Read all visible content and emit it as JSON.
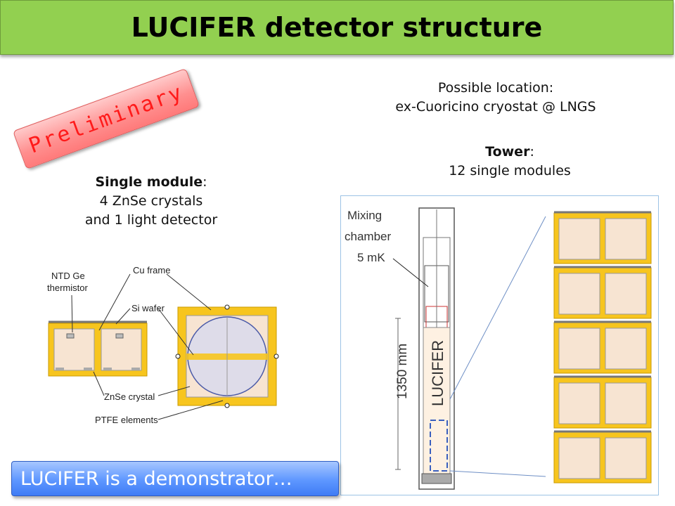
{
  "title": "LUCIFER detector structure",
  "preliminary": "Preliminary",
  "location": {
    "line1": "Possible location:",
    "line2": "ex-Cuoricino cryostat @ LNGS"
  },
  "tower": {
    "heading": "Tower",
    "colon": ":",
    "desc": "12 single modules"
  },
  "single_module": {
    "heading": "Single module",
    "colon": ":",
    "line1": "4 ZnSe crystals",
    "line2": "and 1 light detector"
  },
  "module_labels": {
    "ntd1": "NTD Ge",
    "ntd2": "thermistor",
    "cu_frame": "Cu frame",
    "si_wafer": "Si wafer",
    "znse_crystal": "ZnSe crystal",
    "ptfe": "PTFE elements"
  },
  "cryostat_labels": {
    "mixing1": "Mixing",
    "mixing2": "chamber",
    "mixing3": "5 mK",
    "height": "1350 mm",
    "lucifer": "LUCIFER"
  },
  "demonstrator": "LUCIFER is a demonstrator…",
  "colors": {
    "title_bg": "#92d050",
    "frame": "#f7c51e",
    "crystal": "#f7e4d2",
    "demo_bg": "#4f8bf9",
    "prelim_text": "#ff1a1a"
  }
}
